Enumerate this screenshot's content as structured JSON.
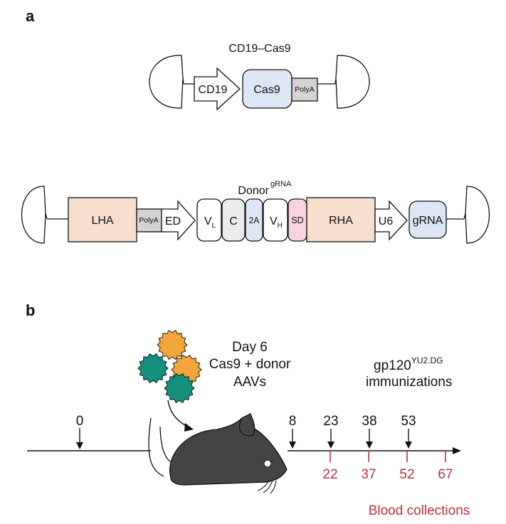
{
  "panel_a": {
    "letter": "a",
    "construct1": {
      "title": "CD19–Cas9",
      "promoter": "CD19",
      "gene": "Cas9",
      "polya": "PolyA"
    },
    "construct2": {
      "title": "Donor",
      "title_sup": "gRNA",
      "lha": "LHA",
      "polya": "PolyA",
      "ed": "ED",
      "vl_main": "V",
      "vl_sub": "L",
      "c": "C",
      "t2a": "2A",
      "vh_main": "V",
      "vh_sub": "H",
      "sd": "SD",
      "rha": "RHA",
      "u6": "U6",
      "grna": "gRNA"
    }
  },
  "panel_b": {
    "letter": "b",
    "injection": {
      "line1": "Day 6",
      "line2": "Cas9 + donor",
      "line3": "AAVs"
    },
    "immunization": {
      "line1_main": "gp120",
      "line1_sup": "YU2.DG",
      "line2": "immunizations"
    },
    "day_zero": "0",
    "immunization_days": [
      "8",
      "23",
      "38",
      "53"
    ],
    "blood_days": [
      "22",
      "37",
      "52",
      "67"
    ],
    "blood_label": "Blood collections"
  },
  "colors": {
    "blue_box": "#dce6f5",
    "peach_box": "#f6dfcc",
    "pink_box": "#f9d3df",
    "gray_box": "#d3d3d3",
    "mouse": "#444444",
    "virus_orange": "#f2a53a",
    "virus_teal": "#13917e",
    "blood_red": "#c0303a"
  }
}
